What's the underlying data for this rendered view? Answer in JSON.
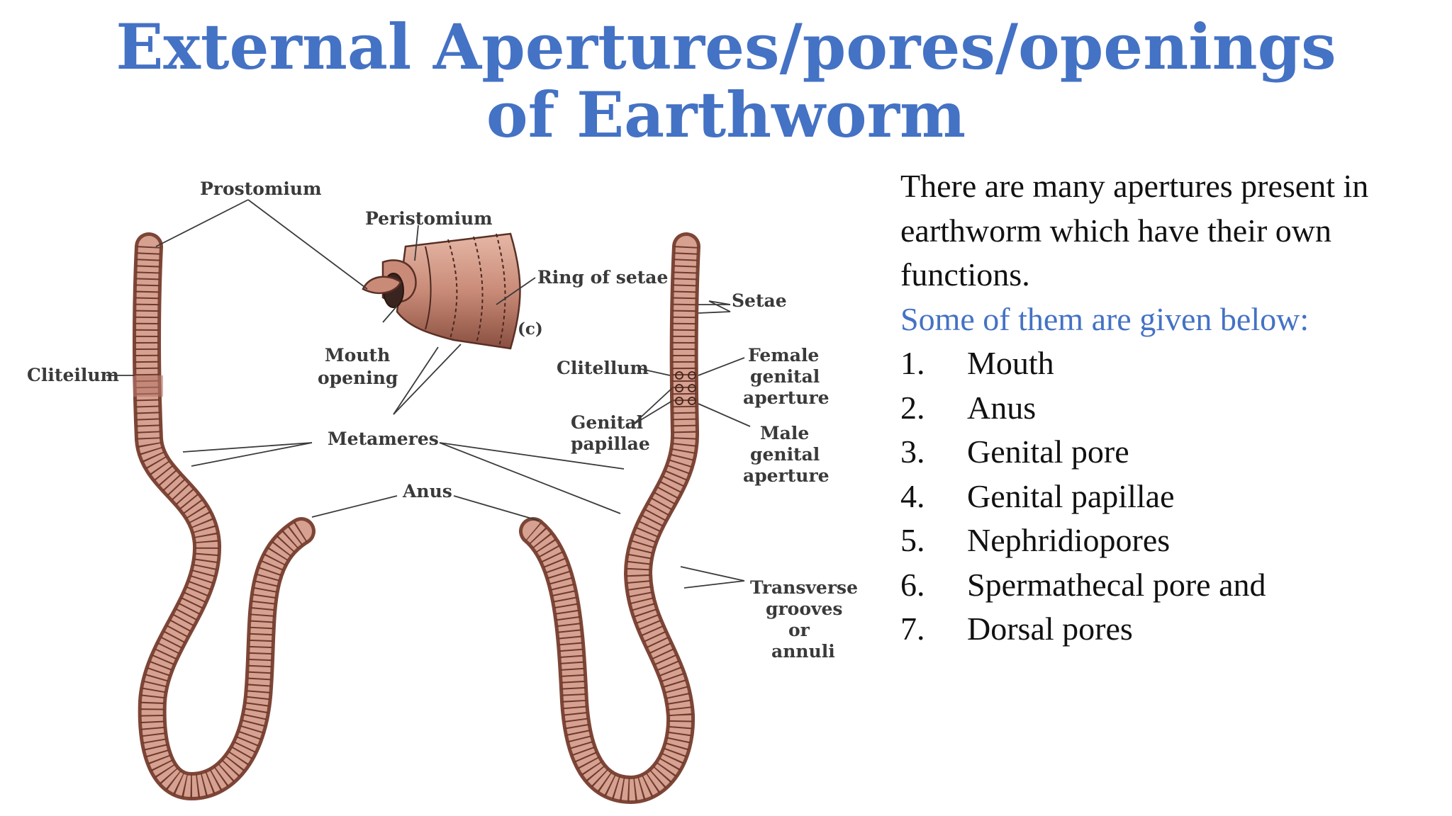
{
  "title": {
    "line1": "External Apertures/pores/openings",
    "line2": "of Earthworm"
  },
  "text": {
    "intro": "There are many apertures present in earthworm which have their own functions.",
    "subheading": "Some of them are given below:",
    "items": [
      {
        "num": "1.",
        "label": "Mouth"
      },
      {
        "num": "2.",
        "label": "Anus"
      },
      {
        "num": "3.",
        "label": "Genital pore"
      },
      {
        "num": "4.",
        "label": "Genital papillae"
      },
      {
        "num": "5.",
        "label": "Nephridiopores"
      },
      {
        "num": "6.",
        "label": "Spermathecal pore and"
      },
      {
        "num": "7.",
        "label": "Dorsal pores"
      }
    ]
  },
  "diagram": {
    "labels": {
      "prostomium": "Prostomium",
      "peristomium": "Peristomium",
      "ring_of_setae": "Ring of setae",
      "panel_c": "(c)",
      "setae": "Setae",
      "clitellum_left": "Cliteilum",
      "mouth_opening_1": "Mouth",
      "mouth_opening_2": "opening",
      "clitellum_right": "Clitellum",
      "female_1": "Female",
      "female_2": "genital",
      "female_3": "aperture",
      "genital_papillae_1": "Genital",
      "genital_papillae_2": "papillae",
      "male_1": "Male",
      "male_2": "genital",
      "male_3": "aperture",
      "metameres": "Metameres",
      "anus": "Anus",
      "transverse_1": "Transverse",
      "transverse_2": "grooves",
      "transverse_3": "or",
      "transverse_4": "annuli"
    },
    "colors": {
      "worm_body": "#c98b78",
      "worm_light": "#f2d6cc",
      "worm_dark": "#8a4f40",
      "title": "#4472C4"
    }
  }
}
